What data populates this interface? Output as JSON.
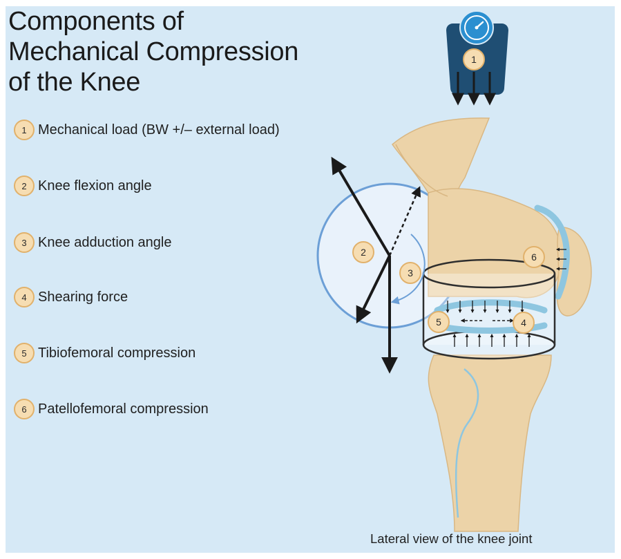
{
  "title": [
    "Components of",
    "Mechanical Compression",
    "of the Knee"
  ],
  "legend": [
    {
      "num": "1",
      "label": "Mechanical load (BW +/– external load)"
    },
    {
      "num": "2",
      "label": "Knee flexion angle"
    },
    {
      "num": "3",
      "label": "Knee adduction angle"
    },
    {
      "num": "4",
      "label": "Shearing force"
    },
    {
      "num": "5",
      "label": "Tibiofemoral compression"
    },
    {
      "num": "6",
      "label": "Patellofemoral compression"
    }
  ],
  "markers": [
    "1",
    "2",
    "3",
    "4",
    "5",
    "6"
  ],
  "caption": "Lateral view of the knee joint",
  "icons": {
    "scale": "weighing-scale-icon",
    "gauge": "gauge-dial-icon"
  },
  "colors": {
    "background": "#d6e9f6",
    "bone": "#ecd3a8",
    "badge_fill": "#f6ddb2",
    "badge_border": "#e1b16b",
    "cartilage": "#8ec6e0",
    "scale": "#1f4e73",
    "dial": "#2b8fd0",
    "arrow": "#1a1a1a",
    "angle_arc": "#6c9fd6"
  }
}
